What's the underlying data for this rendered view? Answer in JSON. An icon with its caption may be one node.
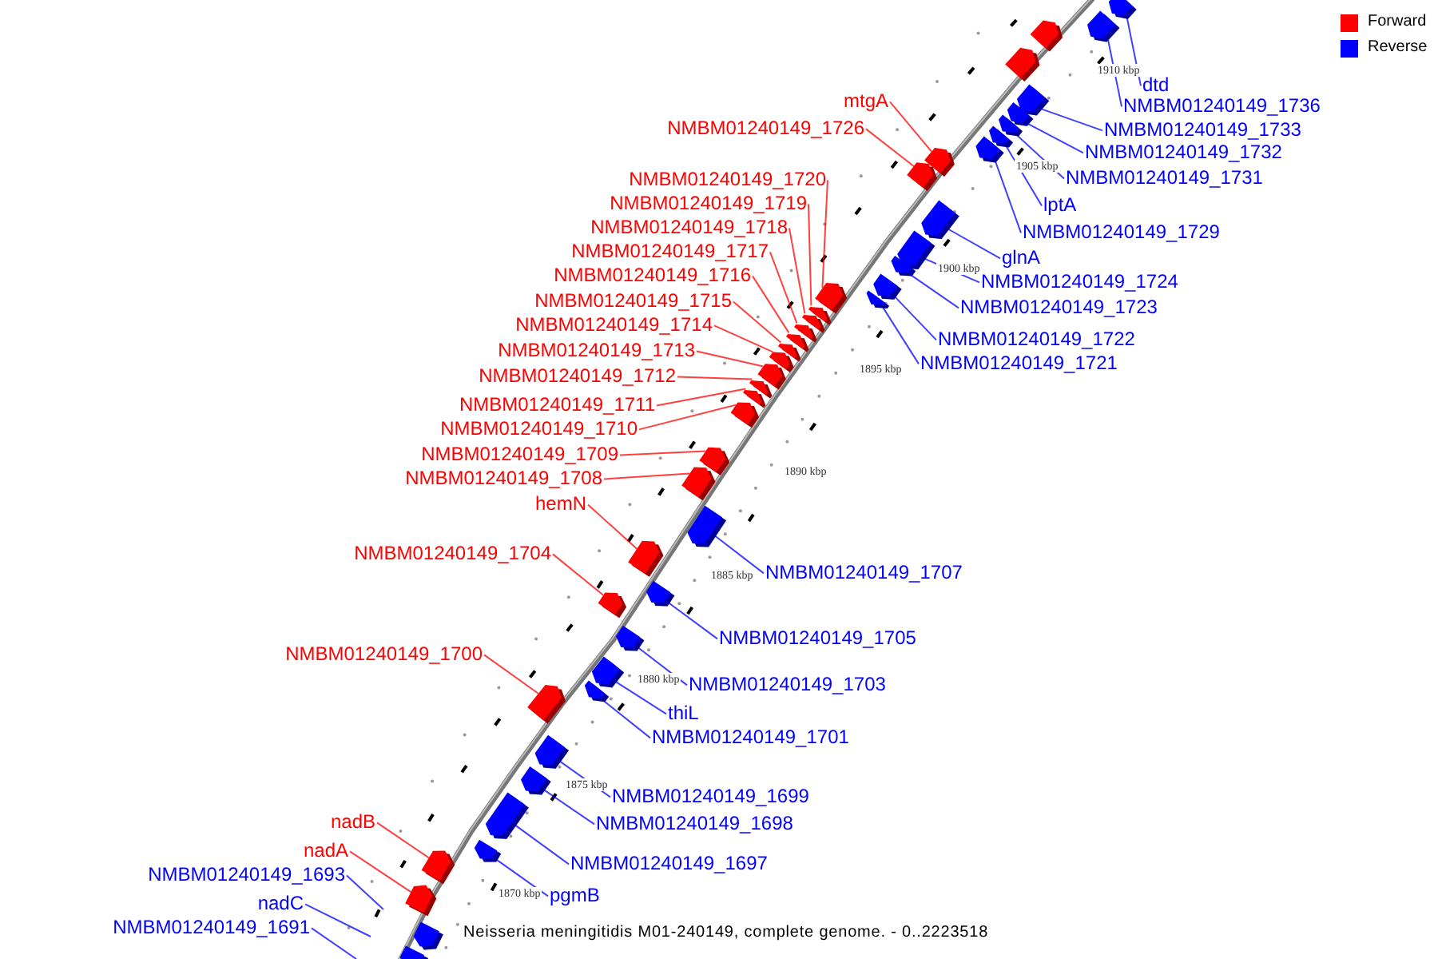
{
  "diagram": {
    "caption": "Neisseria meningitidis M01-240149, complete genome. - 0..2223518",
    "nodes": [
      {
        "text": [
          "dtd"
        ]
      },
      {
        "text": [],
        "shape": "bar"
      },
      {
        "text": [
          "NMBM01240149_1736"
        ]
      },
      {
        "text": [],
        "shape": "bar"
      },
      {
        "text": [
          "mtgA"
        ]
      },
      {
        "text": [],
        "shape": "bar"
      },
      {
        "text": [
          "NMBM01240149_1726"
        ]
      },
      {
        "text": [],
        "shape": "bar"
      },
      {
        "text": [
          "NMBM01240149_1733"
        ]
      },
      {
        "text": [],
        "shape": "bar"
      },
      {
        "text": [
          "NMBM01240149_1732"
        ]
      },
      {
        "text": [],
        "shape": "bar"
      },
      {
        "text": [
          "NMBM01240149_1731"
        ]
      },
      {
        "text": [],
        "shape": "bar"
      },
      {
        "text": [
          "lptA"
        ]
      },
      {
        "text": [],
        "shape": "bar"
      },
      {
        "text": [
          "NMBM01240149_1720"
        ]
      },
      {
        "text": [],
        "shape": "bar"
      },
      {
        "text": [
          "NMBM01240149_1719"
        ]
      },
      {
        "text": [],
        "shape": "bar"
      },
      {
        "text": [
          "NMBM01240149_1718"
        ]
      },
      {
        "text": [],
        "shape": "bar"
      },
      {
        "text": [
          "NMBM01240149_1729"
        ]
      },
      {
        "text": [],
        "shape": "bar"
      },
      {
        "text": [
          "NMBM01240149_1717"
        ]
      },
      {
        "text": [],
        "shape": "bar"
      },
      {
        "text": [
          "NMBM01240149_1716"
        ]
      },
      {
        "text": [],
        "shape": "bar"
      },
      {
        "text": [
          "glnA"
        ]
      },
      {
        "text": [],
        "shape": "bar"
      },
      {
        "text": [
          "NMBM01240149_1715"
        ]
      },
      {
        "text": [],
        "shape": "bar"
      },
      {
        "text": [
          "NMBM01240149_1724"
        ]
      },
      {
        "text": [],
        "shape": "bar"
      },
      {
        "text": [
          "NMBM01240149_1714"
        ]
      },
      {
        "text": [],
        "shape": "bar"
      },
      {
        "text": [
          "NMBM01240149_1723"
        ]
      },
      {
        "text": [],
        "shape": "bar"
      },
      {
        "text": [
          "NMBM01240149_1713"
        ]
      },
      {
        "text": [],
        "shape": "bar"
      },
      {
        "text": [
          "NMBM01240149_1712"
        ]
      },
      {
        "text": [],
        "shape": "bar"
      },
      {
        "text": [
          "NMBM01240149_1722"
        ]
      },
      {
        "text": [],
        "shape": "bar"
      },
      {
        "text": [
          "NMBM01240149_1721"
        ]
      },
      {
        "text": [],
        "shape": "bar"
      },
      {
        "text": [
          "NMBM01240149_1711"
        ]
      },
      {
        "text": [],
        "shape": "bar"
      },
      {
        "text": [
          "NMBM01240149_1710"
        ]
      },
      {
        "text": [],
        "shape": "bar"
      },
      {
        "text": [
          "NMBM01240149_1709"
        ]
      },
      {
        "text": [],
        "shape": "bar"
      },
      {
        "text": [
          "NMBM01240149_1708"
        ]
      },
      {
        "text": [],
        "shape": "bar"
      },
      {
        "text": [
          "hemN"
        ]
      },
      {
        "text": [],
        "shape": "bar"
      },
      {
        "text": [
          "NMBM01240149_1704"
        ]
      },
      {
        "text": [],
        "shape": "bar"
      },
      {
        "text": [
          "NMBM01240149_1707"
        ]
      },
      {
        "text": [],
        "shape": "bar"
      },
      {
        "text": [
          "NMBM01240149_1705"
        ]
      },
      {
        "text": [],
        "shape": "bar"
      },
      {
        "text": [
          "NMBM01240149_1700"
        ]
      },
      {
        "text": [],
        "shape": "bar"
      },
      {
        "text": [
          "NMBM01240149_1703"
        ]
      },
      {
        "text": [],
        "shape": "bar"
      },
      {
        "text": [
          "thiL"
        ]
      },
      {
        "text": [],
        "shape": "bar"
      },
      {
        "text": [
          "NMBM01240149_1701"
        ]
      },
      {
        "text": [],
        "shape": "bar"
      },
      {
        "text": [
          "NMBM01240149_1699"
        ]
      },
      {
        "text": [],
        "shape": "bar"
      },
      {
        "text": [
          "NMBM01240149_1698"
        ]
      },
      {
        "text": [],
        "shape": "bar"
      },
      {
        "text": [
          "nadB"
        ]
      },
      {
        "text": [],
        "shape": "bar"
      },
      {
        "text": [
          "NMBM01240149_1697"
        ]
      },
      {
        "text": [],
        "shape": "bar"
      },
      {
        "text": [
          "nadA"
        ]
      },
      {
        "text": [],
        "shape": "bar"
      },
      {
        "text": [
          "NMBM01240149_1693"
        ]
      },
      {
        "text": [
          "pgmB"
        ]
      },
      {
        "text": [],
        "shape": "bar"
      },
      {
        "text": [
          "nadC"
        ]
      },
      {
        "text": [
          "NMBM01240149_1691"
        ]
      },
      {
        "text": [],
        "shape": "bar"
      },
      {
        "text": [],
        "shape": "bar"
      },
      {
        "text": [],
        "shape": "bar"
      },
      {
        "text": [],
        "shape": "bar"
      }
    ],
    "edges": [
      {
        "from": 0,
        "to": 1,
        "arrow": "none"
      },
      {
        "from": 2,
        "to": 3,
        "arrow": "none"
      },
      {
        "from": 4,
        "to": 5,
        "arrow": "none",
        "color": "#ff0000"
      },
      {
        "from": 6,
        "to": 7,
        "arrow": "none",
        "color": "#ff0000"
      },
      {
        "from": 8,
        "to": 9,
        "arrow": "none"
      },
      {
        "from": 10,
        "to": 11,
        "arrow": "none"
      },
      {
        "from": 12,
        "to": 13,
        "arrow": "none"
      },
      {
        "from": 14,
        "to": 15,
        "arrow": "none"
      },
      {
        "from": 16,
        "to": 17,
        "arrow": "none",
        "color": "#ff0000"
      },
      {
        "from": 18,
        "to": 19,
        "arrow": "none",
        "color": "#ff0000"
      },
      {
        "from": 20,
        "to": 21,
        "arrow": "none",
        "color": "#ff0000"
      },
      {
        "from": 22,
        "to": 23,
        "arrow": "none"
      },
      {
        "from": 24,
        "to": 25,
        "arrow": "none",
        "color": "#ff0000"
      },
      {
        "from": 26,
        "to": 27,
        "arrow": "none",
        "color": "#ff0000"
      },
      {
        "from": 28,
        "to": 29,
        "arrow": "none"
      },
      {
        "from": 30,
        "to": 31,
        "arrow": "none",
        "color": "#ff0000"
      },
      {
        "from": 32,
        "to": 33,
        "arrow": "none"
      },
      {
        "from": 34,
        "to": 35,
        "arrow": "none",
        "color": "#ff0000"
      },
      {
        "from": 36,
        "to": 37,
        "arrow": "none"
      },
      {
        "from": 38,
        "to": 39,
        "arrow": "none",
        "color": "#ff0000"
      },
      {
        "from": 40,
        "to": 41,
        "arrow": "none",
        "color": "#ff0000"
      },
      {
        "from": 42,
        "to": 43,
        "arrow": "none"
      },
      {
        "from": 44,
        "to": 45,
        "arrow": "none"
      },
      {
        "from": 46,
        "to": 47,
        "arrow": "none",
        "color": "#ff0000"
      },
      {
        "from": 48,
        "to": 49,
        "arrow": "none",
        "color": "#ff0000"
      },
      {
        "from": 50,
        "to": 51,
        "arrow": "none",
        "color": "#ff0000"
      },
      {
        "from": 52,
        "to": 53,
        "arrow": "none",
        "color": "#ff0000"
      },
      {
        "from": 54,
        "to": 55,
        "arrow": "none",
        "color": "#ff0000"
      },
      {
        "from": 56,
        "to": 57,
        "arrow": "none",
        "color": "#ff0000"
      },
      {
        "from": 58,
        "to": 59,
        "arrow": "none"
      },
      {
        "from": 60,
        "to": 61,
        "arrow": "none"
      },
      {
        "from": 62,
        "to": 63,
        "arrow": "none",
        "color": "#ff0000"
      },
      {
        "from": 64,
        "to": 65,
        "arrow": "none"
      },
      {
        "from": 66,
        "to": 67,
        "arrow": "none"
      },
      {
        "from": 68,
        "to": 69,
        "arrow": "none"
      },
      {
        "from": 70,
        "to": 71,
        "arrow": "none"
      },
      {
        "from": 72,
        "to": 73,
        "arrow": "none"
      },
      {
        "from": 74,
        "to": 75,
        "arrow": "none",
        "color": "#ff0000"
      },
      {
        "from": 76,
        "to": 77,
        "arrow": "none"
      },
      {
        "from": 78,
        "to": 79,
        "arrow": "none",
        "color": "#ff0000"
      },
      {
        "from": 80,
        "to": null,
        "arrow": "none"
      },
      {
        "from": 81,
        "to": 82,
        "arrow": "none"
      },
      {
        "from": 83,
        "to": null,
        "arrow": "none"
      },
      {
        "from": 84,
        "to": null,
        "arrow": "none"
      }
    ],
    "labels": [
      "1910 kbp",
      "1905 kbp",
      "1900 kbp",
      "1895 kbp",
      "1890 kbp",
      "1885 kbp",
      "1880 kbp",
      "1875 kbp",
      "1870 kbp"
    ],
    "legend": [
      {
        "text": "Forward",
        "color": "#ff0000"
      },
      {
        "text": "Reverse",
        "color": "#0000ff"
      }
    ]
  }
}
